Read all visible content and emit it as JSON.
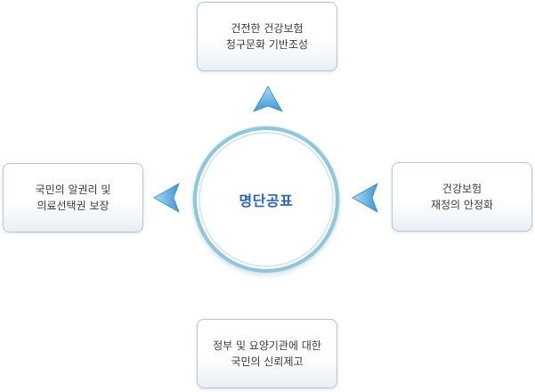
{
  "center": {
    "label": "명단공표"
  },
  "outcomes": {
    "top": {
      "line1": "건전한 건강보험",
      "line2": "청구문화 기반조성"
    },
    "left": {
      "line1": "국민의 알권리 및",
      "line2": "의료선택권 보장"
    },
    "right": {
      "line1": "건강보험",
      "line2": "재정의 안정화"
    },
    "bottom": {
      "line1": "정부 및 요양기관에 대한",
      "line2": "국민의 신뢰제고"
    }
  },
  "colors": {
    "center_text": "#2a66b5",
    "circle_ring": "#8fc6dc",
    "box_border": "#b7c7d6",
    "arrow_fill": "#5aaee0",
    "body_text": "#3b3b3b"
  }
}
